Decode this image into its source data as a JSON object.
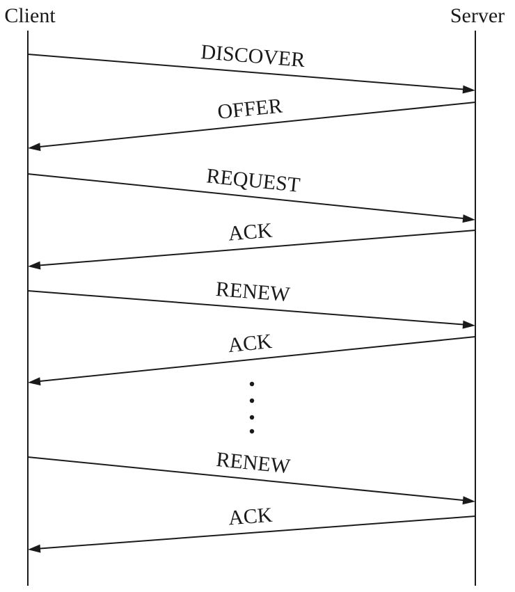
{
  "participants": {
    "client": "Client",
    "server": "Server"
  },
  "messages": [
    {
      "label": "DISCOVER",
      "from": "client",
      "to": "server"
    },
    {
      "label": "OFFER",
      "from": "server",
      "to": "client"
    },
    {
      "label": "REQUEST",
      "from": "client",
      "to": "server"
    },
    {
      "label": "ACK",
      "from": "server",
      "to": "client"
    },
    {
      "label": "RENEW",
      "from": "client",
      "to": "server"
    },
    {
      "label": "ACK",
      "from": "server",
      "to": "client"
    },
    {
      "label": "RENEW",
      "from": "client",
      "to": "server"
    },
    {
      "label": "ACK",
      "from": "server",
      "to": "client"
    }
  ],
  "ellipsis": {
    "glyph": "⋮",
    "after_message": 6
  }
}
